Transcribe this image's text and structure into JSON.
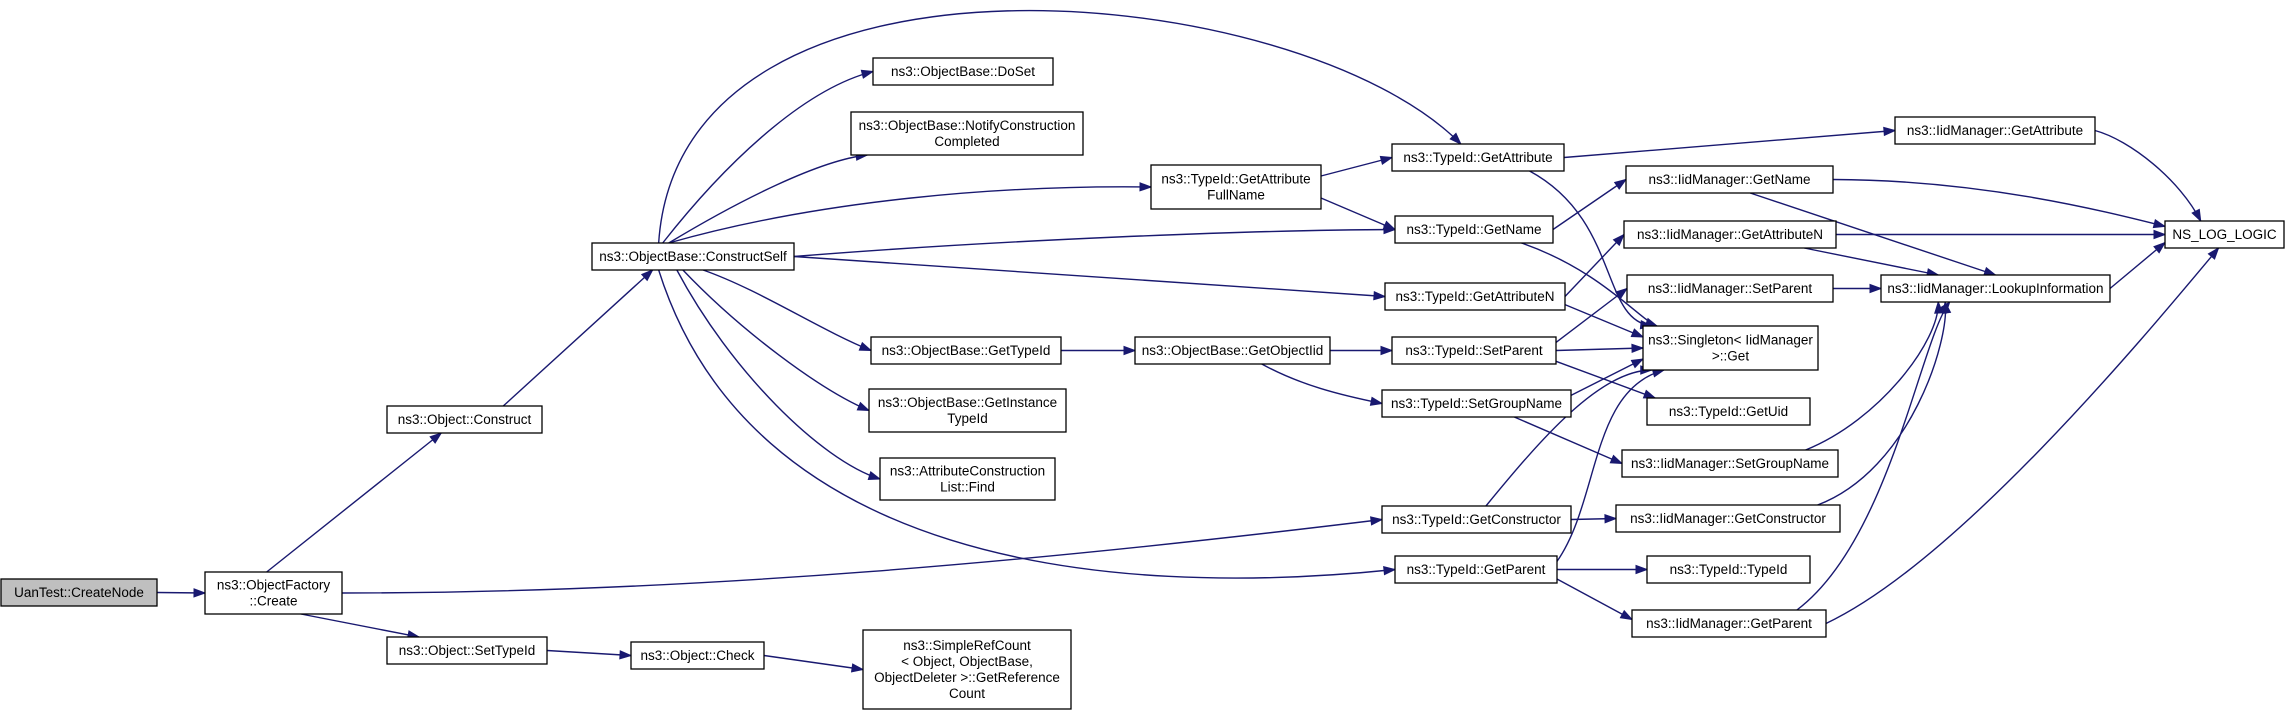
{
  "nodes": [
    {
      "id": "UanTest_CreateNode",
      "lines": [
        "UanTest::CreateNode"
      ],
      "root": true
    },
    {
      "id": "ObjectFactory_Create",
      "lines": [
        "ns3::ObjectFactory",
        "::Create"
      ]
    },
    {
      "id": "Object_Construct",
      "lines": [
        "ns3::Object::Construct"
      ]
    },
    {
      "id": "Object_SetTypeId",
      "lines": [
        "ns3::Object::SetTypeId"
      ]
    },
    {
      "id": "Object_Check",
      "lines": [
        "ns3::Object::Check"
      ]
    },
    {
      "id": "SimpleRefCount",
      "lines": [
        "ns3::SimpleRefCount",
        "< Object, ObjectBase,",
        "ObjectDeleter >::GetReference",
        "Count"
      ]
    },
    {
      "id": "ObjectBase_ConstructSelf",
      "lines": [
        "ns3::ObjectBase::ConstructSelf"
      ]
    },
    {
      "id": "ObjectBase_DoSet",
      "lines": [
        "ns3::ObjectBase::DoSet"
      ]
    },
    {
      "id": "ObjectBase_NotifyConstructionCompleted",
      "lines": [
        "ns3::ObjectBase::NotifyConstruction",
        "Completed"
      ]
    },
    {
      "id": "ObjectBase_GetTypeId",
      "lines": [
        "ns3::ObjectBase::GetTypeId"
      ]
    },
    {
      "id": "ObjectBase_GetInstanceTypeId",
      "lines": [
        "ns3::ObjectBase::GetInstance",
        "TypeId"
      ]
    },
    {
      "id": "AttributeConstructionList_Find",
      "lines": [
        "ns3::AttributeConstruction",
        "List::Find"
      ]
    },
    {
      "id": "ObjectBase_GetObjectIid",
      "lines": [
        "ns3::ObjectBase::GetObjectIid"
      ]
    },
    {
      "id": "TypeId_GetAttributeFullName",
      "lines": [
        "ns3::TypeId::GetAttribute",
        "FullName"
      ]
    },
    {
      "id": "TypeId_GetAttribute",
      "lines": [
        "ns3::TypeId::GetAttribute"
      ]
    },
    {
      "id": "TypeId_GetName",
      "lines": [
        "ns3::TypeId::GetName"
      ]
    },
    {
      "id": "TypeId_GetAttributeN",
      "lines": [
        "ns3::TypeId::GetAttributeN"
      ]
    },
    {
      "id": "TypeId_SetParent",
      "lines": [
        "ns3::TypeId::SetParent"
      ]
    },
    {
      "id": "TypeId_SetGroupName",
      "lines": [
        "ns3::TypeId::SetGroupName"
      ]
    },
    {
      "id": "TypeId_GetConstructor",
      "lines": [
        "ns3::TypeId::GetConstructor"
      ]
    },
    {
      "id": "TypeId_GetParent",
      "lines": [
        "ns3::TypeId::GetParent"
      ]
    },
    {
      "id": "IidManager_GetAttribute",
      "lines": [
        "ns3::IidManager::GetAttribute"
      ]
    },
    {
      "id": "IidManager_GetName",
      "lines": [
        "ns3::IidManager::GetName"
      ]
    },
    {
      "id": "IidManager_GetAttributeN",
      "lines": [
        "ns3::IidManager::GetAttributeN"
      ]
    },
    {
      "id": "IidManager_SetParent",
      "lines": [
        "ns3::IidManager::SetParent"
      ]
    },
    {
      "id": "Singleton_Get",
      "lines": [
        "ns3::Singleton< IidManager",
        ">::Get"
      ]
    },
    {
      "id": "TypeId_GetUid",
      "lines": [
        "ns3::TypeId::GetUid"
      ]
    },
    {
      "id": "IidManager_SetGroupName",
      "lines": [
        "ns3::IidManager::SetGroupName"
      ]
    },
    {
      "id": "IidManager_GetConstructor",
      "lines": [
        "ns3::IidManager::GetConstructor"
      ]
    },
    {
      "id": "TypeId_TypeId",
      "lines": [
        "ns3::TypeId::TypeId"
      ]
    },
    {
      "id": "IidManager_GetParent",
      "lines": [
        "ns3::IidManager::GetParent"
      ]
    },
    {
      "id": "IidManager_LookupInformation",
      "lines": [
        "ns3::IidManager::LookupInformation"
      ]
    },
    {
      "id": "NS_LOG_LOGIC",
      "lines": [
        "NS_LOG_LOGIC"
      ]
    }
  ],
  "edges": [
    {
      "from": "UanTest_CreateNode",
      "to": "ObjectFactory_Create"
    },
    {
      "from": "ObjectFactory_Create",
      "to": "Object_Construct"
    },
    {
      "from": "ObjectFactory_Create",
      "to": "Object_SetTypeId"
    },
    {
      "from": "ObjectFactory_Create",
      "to": "TypeId_GetConstructor"
    },
    {
      "from": "Object_Construct",
      "to": "ObjectBase_ConstructSelf"
    },
    {
      "from": "Object_SetTypeId",
      "to": "Object_Check"
    },
    {
      "from": "Object_Check",
      "to": "SimpleRefCount"
    },
    {
      "from": "ObjectBase_ConstructSelf",
      "to": "ObjectBase_DoSet"
    },
    {
      "from": "ObjectBase_ConstructSelf",
      "to": "ObjectBase_NotifyConstructionCompleted"
    },
    {
      "from": "ObjectBase_ConstructSelf",
      "to": "ObjectBase_GetTypeId"
    },
    {
      "from": "ObjectBase_ConstructSelf",
      "to": "ObjectBase_GetInstanceTypeId"
    },
    {
      "from": "ObjectBase_ConstructSelf",
      "to": "AttributeConstructionList_Find"
    },
    {
      "from": "ObjectBase_ConstructSelf",
      "to": "TypeId_GetAttributeFullName"
    },
    {
      "from": "ObjectBase_ConstructSelf",
      "to": "TypeId_GetAttribute"
    },
    {
      "from": "ObjectBase_ConstructSelf",
      "to": "TypeId_GetName"
    },
    {
      "from": "ObjectBase_ConstructSelf",
      "to": "TypeId_GetAttributeN"
    },
    {
      "from": "ObjectBase_ConstructSelf",
      "to": "TypeId_GetParent"
    },
    {
      "from": "ObjectBase_GetTypeId",
      "to": "ObjectBase_GetObjectIid"
    },
    {
      "from": "ObjectBase_GetObjectIid",
      "to": "TypeId_SetParent"
    },
    {
      "from": "ObjectBase_GetObjectIid",
      "to": "TypeId_SetGroupName"
    },
    {
      "from": "TypeId_GetAttributeFullName",
      "to": "TypeId_GetAttribute"
    },
    {
      "from": "TypeId_GetAttributeFullName",
      "to": "TypeId_GetName"
    },
    {
      "from": "TypeId_GetAttribute",
      "to": "IidManager_GetAttribute"
    },
    {
      "from": "TypeId_GetAttribute",
      "to": "Singleton_Get"
    },
    {
      "from": "TypeId_GetName",
      "to": "IidManager_GetName"
    },
    {
      "from": "TypeId_GetName",
      "to": "Singleton_Get"
    },
    {
      "from": "TypeId_GetAttributeN",
      "to": "IidManager_GetAttributeN"
    },
    {
      "from": "TypeId_GetAttributeN",
      "to": "Singleton_Get"
    },
    {
      "from": "TypeId_SetParent",
      "to": "IidManager_SetParent"
    },
    {
      "from": "TypeId_SetParent",
      "to": "Singleton_Get"
    },
    {
      "from": "TypeId_SetParent",
      "to": "TypeId_GetUid"
    },
    {
      "from": "TypeId_SetGroupName",
      "to": "Singleton_Get"
    },
    {
      "from": "TypeId_SetGroupName",
      "to": "IidManager_SetGroupName"
    },
    {
      "from": "TypeId_GetConstructor",
      "to": "Singleton_Get"
    },
    {
      "from": "TypeId_GetConstructor",
      "to": "IidManager_GetConstructor"
    },
    {
      "from": "TypeId_GetParent",
      "to": "Singleton_Get"
    },
    {
      "from": "TypeId_GetParent",
      "to": "TypeId_TypeId"
    },
    {
      "from": "TypeId_GetParent",
      "to": "IidManager_GetParent"
    },
    {
      "from": "IidManager_GetAttribute",
      "to": "NS_LOG_LOGIC"
    },
    {
      "from": "IidManager_GetName",
      "to": "NS_LOG_LOGIC"
    },
    {
      "from": "IidManager_GetName",
      "to": "IidManager_LookupInformation"
    },
    {
      "from": "IidManager_GetAttributeN",
      "to": "NS_LOG_LOGIC"
    },
    {
      "from": "IidManager_GetAttributeN",
      "to": "IidManager_LookupInformation"
    },
    {
      "from": "IidManager_SetParent",
      "to": "IidManager_LookupInformation"
    },
    {
      "from": "IidManager_SetGroupName",
      "to": "IidManager_LookupInformation"
    },
    {
      "from": "IidManager_GetConstructor",
      "to": "IidManager_LookupInformation"
    },
    {
      "from": "IidManager_GetParent",
      "to": "IidManager_LookupInformation"
    },
    {
      "from": "IidManager_GetParent",
      "to": "NS_LOG_LOGIC"
    },
    {
      "from": "IidManager_LookupInformation",
      "to": "NS_LOG_LOGIC"
    }
  ]
}
